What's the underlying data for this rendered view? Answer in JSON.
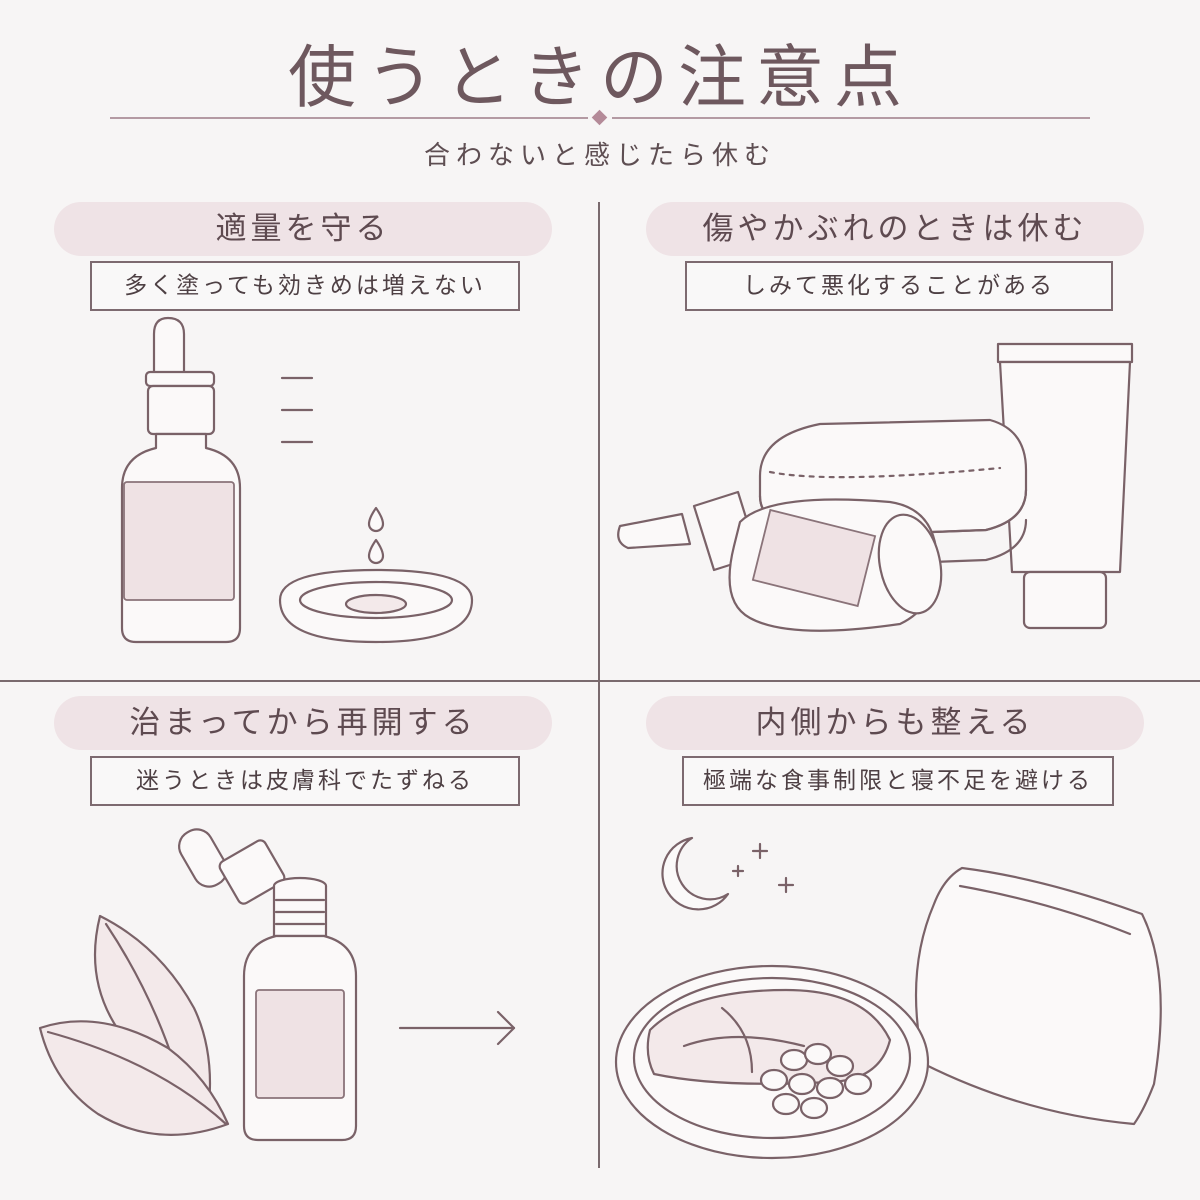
{
  "header": {
    "title": "使うときの注意点",
    "subtitle": "合わないと感じたら休む"
  },
  "panels": [
    {
      "heading": "適量を守る",
      "note": "多く塗っても効きめは増えない"
    },
    {
      "heading": "傷やかぶれのときは休む",
      "note": "しみて悪化することがある"
    },
    {
      "heading": "治まってから再開する",
      "note": "迷うときは皮膚科でたずねる"
    },
    {
      "heading": "内側からも整える",
      "note": "極端な食事制限と寝不足を避ける"
    }
  ],
  "colors": {
    "background": "#f7f5f5",
    "accent_pink": "#efe3e6",
    "line": "#7a6268"
  },
  "icons": [
    "dropper-bottle-icon",
    "oil-drops-icon",
    "saucer-icon",
    "towel-icon",
    "tube-icon",
    "lying-bottle-icon",
    "leaf-icon",
    "open-bottle-icon",
    "arrow-right-icon",
    "moon-icon",
    "star-icon",
    "pillow-icon",
    "fish-plate-icon"
  ]
}
